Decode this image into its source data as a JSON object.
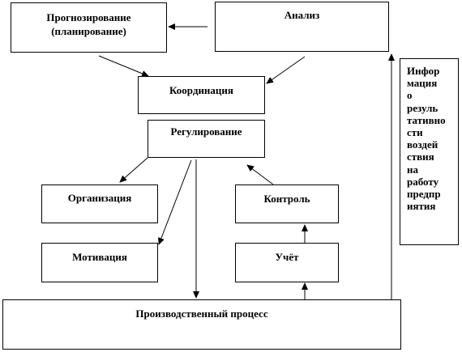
{
  "boxes": {
    "forecast": {
      "line1": "Прогнозирование",
      "line2": "(планирование)"
    },
    "analysis": "Анализ",
    "coordination": "Координация",
    "regulation": "Регулирование",
    "organization": "Организация",
    "control": "Контроль",
    "motivation": "Мотивация",
    "accounting": "Учёт",
    "process": "Производственный процесс",
    "info": [
      "Инфор",
      "мация",
      "о",
      "резуль",
      "тативно",
      "сти",
      "воздей",
      "ствия",
      "на",
      "работу",
      "предпр",
      "иятия"
    ]
  }
}
